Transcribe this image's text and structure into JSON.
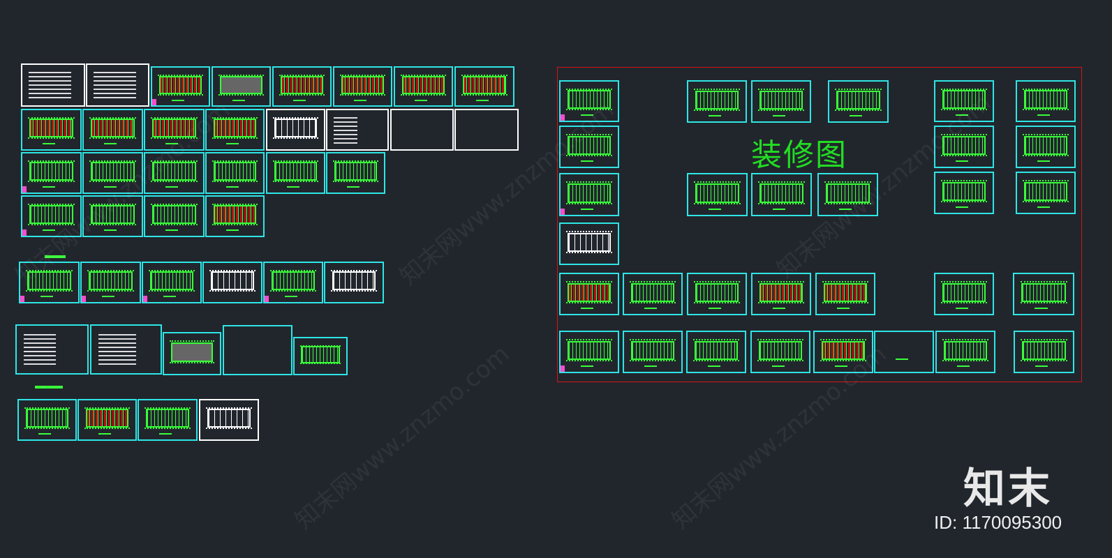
{
  "frame_title": "装修图",
  "watermark_text": "知末网www.znzmo.com",
  "brand_logo": "知末",
  "image_id_label": "ID: 1170095300",
  "colors": {
    "background": "#21262d",
    "sheet_border": "#2ee6e6",
    "plan_lines": "#39ff39",
    "frame_border": "#d61414",
    "frame_title": "#22dd22"
  }
}
